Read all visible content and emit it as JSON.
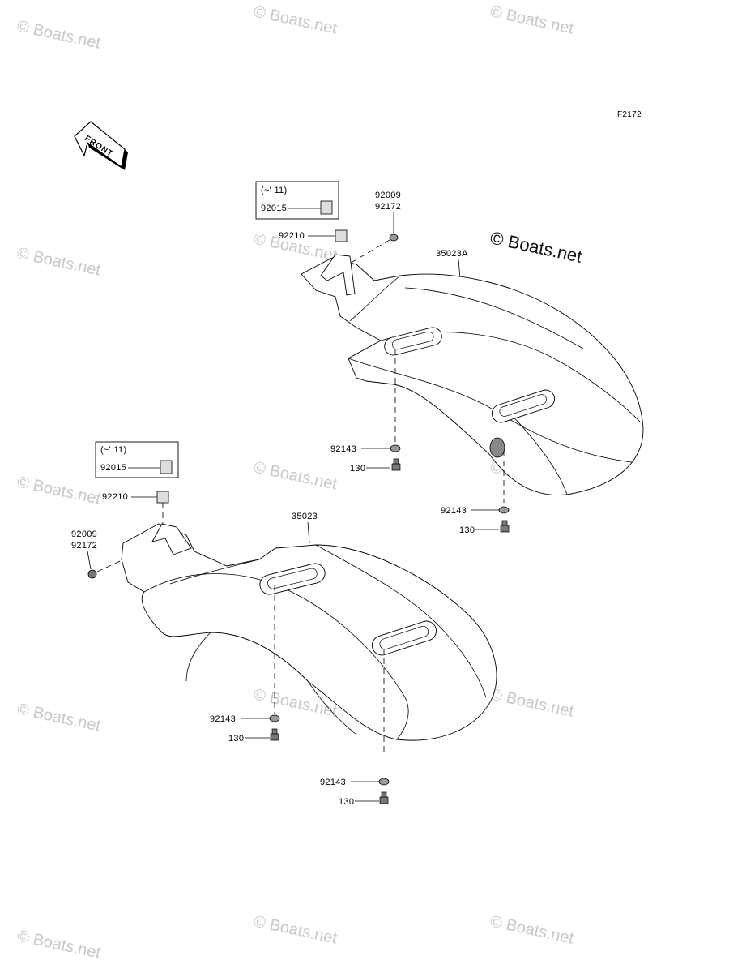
{
  "figure_code": "F2172",
  "front_label": "FRONT",
  "watermark": "© Boats.net",
  "watermark_main": "© Boats.net",
  "upper": {
    "inset_title": "(~' 11)",
    "inset_part": "92015",
    "clip": "92210",
    "bolt_a": "92009",
    "bolt_b": "92172",
    "fender": "35023A",
    "washer_1": "92143",
    "bolt_1": "130",
    "washer_2": "92143",
    "bolt_2": "130"
  },
  "lower": {
    "inset_title": "(~' 11)",
    "inset_part": "92015",
    "clip": "92210",
    "bolt_a": "92009",
    "bolt_b": "92172",
    "fender": "35023",
    "washer_1": "92143",
    "bolt_1": "130",
    "washer_2": "92143",
    "bolt_2": "130"
  }
}
